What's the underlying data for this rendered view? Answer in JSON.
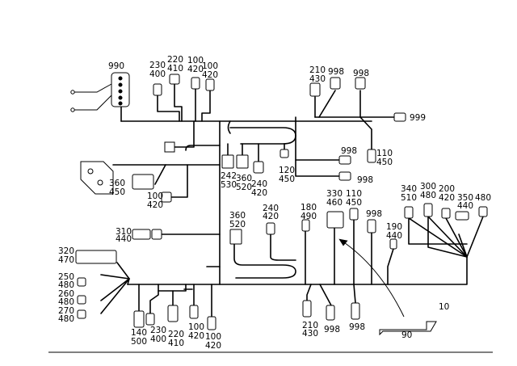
{
  "labels": [
    {
      "id": "label-990",
      "lines": [
        "990"
      ]
    },
    {
      "id": "label-230-400-top",
      "lines": [
        "230",
        "400"
      ]
    },
    {
      "id": "label-220-410-top",
      "lines": [
        "220",
        "410"
      ]
    },
    {
      "id": "label-100-420-top-a",
      "lines": [
        "100",
        "420"
      ]
    },
    {
      "id": "label-100-420-top-b",
      "lines": [
        "100",
        "420"
      ]
    },
    {
      "id": "label-210-430-top",
      "lines": [
        "210",
        "430"
      ]
    },
    {
      "id": "label-998-top-a",
      "lines": [
        "998"
      ]
    },
    {
      "id": "label-998-top-b",
      "lines": [
        "998"
      ]
    },
    {
      "id": "label-999",
      "lines": [
        "999"
      ]
    },
    {
      "id": "label-998-right-a",
      "lines": [
        "998"
      ]
    },
    {
      "id": "label-110-450-right",
      "lines": [
        "110",
        "450"
      ]
    },
    {
      "id": "label-998-right-b",
      "lines": [
        "998"
      ]
    },
    {
      "id": "label-120-450",
      "lines": [
        "120",
        "450"
      ]
    },
    {
      "id": "label-242-530",
      "lines": [
        "242",
        "530"
      ]
    },
    {
      "id": "label-360-520-mid",
      "lines": [
        "360",
        "520"
      ]
    },
    {
      "id": "label-240-420-mid",
      "lines": [
        "240",
        "420"
      ]
    },
    {
      "id": "label-360-450-left",
      "lines": [
        "360",
        "450"
      ]
    },
    {
      "id": "label-100-420-left",
      "lines": [
        "100",
        "420"
      ]
    },
    {
      "id": "label-310-440",
      "lines": [
        "310",
        "440"
      ]
    },
    {
      "id": "label-360-520-low",
      "lines": [
        "360",
        "520"
      ]
    },
    {
      "id": "label-240-420-low",
      "lines": [
        "240",
        "420"
      ]
    },
    {
      "id": "label-180-490",
      "lines": [
        "180",
        "490"
      ]
    },
    {
      "id": "label-330-460",
      "lines": [
        "330",
        "460"
      ]
    },
    {
      "id": "label-110-450-low",
      "lines": [
        "110",
        "450"
      ]
    },
    {
      "id": "label-998-low-mid",
      "lines": [
        "998"
      ]
    },
    {
      "id": "label-190-440",
      "lines": [
        "190",
        "440"
      ]
    },
    {
      "id": "label-340-510",
      "lines": [
        "340",
        "510"
      ]
    },
    {
      "id": "label-300-480",
      "lines": [
        "300",
        "480"
      ]
    },
    {
      "id": "label-200-420",
      "lines": [
        "200",
        "420"
      ]
    },
    {
      "id": "label-350-440",
      "lines": [
        "350",
        "440"
      ]
    },
    {
      "id": "label-480-right",
      "lines": [
        "480"
      ]
    },
    {
      "id": "label-320-470",
      "lines": [
        "320",
        "470"
      ]
    },
    {
      "id": "label-250-480",
      "lines": [
        "250",
        "480"
      ]
    },
    {
      "id": "label-260-480",
      "lines": [
        "260",
        "480"
      ]
    },
    {
      "id": "label-270-480",
      "lines": [
        "270",
        "480"
      ]
    },
    {
      "id": "label-140-500",
      "lines": [
        "140",
        "500"
      ]
    },
    {
      "id": "label-230-400-bottom",
      "lines": [
        "230",
        "400"
      ]
    },
    {
      "id": "label-220-410-bottom",
      "lines": [
        "220",
        "410"
      ]
    },
    {
      "id": "label-100-420-bottom-a",
      "lines": [
        "100",
        "420"
      ]
    },
    {
      "id": "label-100-420-bottom-b",
      "lines": [
        "100",
        "420"
      ]
    },
    {
      "id": "label-210-430-bottom",
      "lines": [
        "210",
        "430"
      ]
    },
    {
      "id": "label-998-bottom-a",
      "lines": [
        "998"
      ]
    },
    {
      "id": "label-998-bottom-b",
      "lines": [
        "998"
      ]
    },
    {
      "id": "label-10",
      "lines": [
        "10"
      ]
    },
    {
      "id": "label-90",
      "lines": [
        "90"
      ]
    }
  ]
}
